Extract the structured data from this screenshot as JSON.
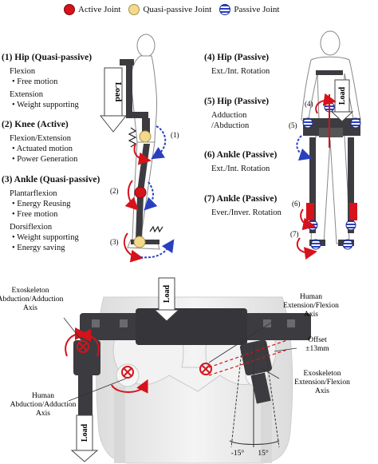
{
  "legend": {
    "active": "Active Joint",
    "quasi": "Quasi-passive Joint",
    "passive": "Passive Joint"
  },
  "left_panel": {
    "hip": {
      "title": "(1) Hip (Quasi-passive)",
      "flexion": "Flexion",
      "flexion_b1": "• Free motion",
      "extension": "Extension",
      "extension_b1": "• Weight supporting"
    },
    "knee": {
      "title": "(2) Knee (Active)",
      "mode": "Flexion/Extension",
      "b1": "• Actuated motion",
      "b2": "• Power Generation"
    },
    "ankle": {
      "title": "(3) Ankle (Quasi-passive)",
      "plantar": "Plantarflexion",
      "p_b1": "• Energy Reusing",
      "p_b2": "• Free motion",
      "dorsi": "Dorsiflexion",
      "d_b1": "• Weight supporting",
      "d_b2": "• Energy saving"
    },
    "load": "Load",
    "markers": [
      "(1)",
      "(2)",
      "(3)"
    ]
  },
  "right_panel": {
    "j4": {
      "title": "(4) Hip (Passive)",
      "desc": "Ext./Int. Rotation"
    },
    "j5": {
      "title": "(5) Hip (Passive)",
      "desc1": "Adduction",
      "desc2": "/Abduction"
    },
    "j6": {
      "title": "(6) Ankle (Passive)",
      "desc": "Ext./Int. Rotation"
    },
    "j7": {
      "title": "(7) Ankle (Passive)",
      "desc": "Ever./Inver. Rotation"
    },
    "load": "Load",
    "markers": [
      "(4)",
      "(5)",
      "(6)",
      "(7)"
    ]
  },
  "bottom": {
    "load_top": "Load",
    "load_bottom": "Load",
    "exo_abd": [
      "Exoskeleton",
      "Abduction/Adduction",
      "Axis"
    ],
    "human_ext": [
      "Human",
      "Extension/Flexion",
      "Axis"
    ],
    "offset": [
      "Offset",
      "±13mm"
    ],
    "exo_ext": [
      "Exoskeleton",
      "Extension/Flexion",
      "Axis"
    ],
    "human_abd": [
      "Human",
      "Abduction/Adduction",
      "Axis"
    ],
    "angle_left": "-15°",
    "angle_right": "15°"
  },
  "colors": {
    "red": "#d6121b",
    "blue": "#2a3fc0",
    "dark": "#3c3c40",
    "skin": "#e9e9e9"
  }
}
